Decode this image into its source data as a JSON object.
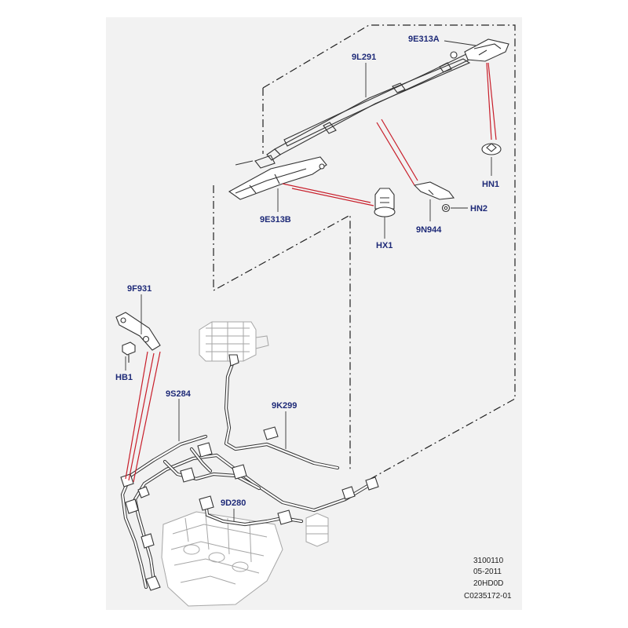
{
  "callouts": {
    "c_9E313A": "9E313A",
    "c_9L291": "9L291",
    "c_HN1": "HN1",
    "c_9E313B": "9E313B",
    "c_HX1": "HX1",
    "c_9N944": "9N944",
    "c_HN2": "HN2",
    "c_9F931": "9F931",
    "c_HB1": "HB1",
    "c_9S284": "9S284",
    "c_9K299": "9K299",
    "c_9D280": "9D280"
  },
  "metadata": {
    "line1": "3100110",
    "line2": "05-2011",
    "line3": "20HD0D",
    "line4": "C0235172-01"
  },
  "colors": {
    "callout_text": "#1e2a78",
    "reference_line": "#c81e2a",
    "panel_background": "#f2f2f2"
  }
}
